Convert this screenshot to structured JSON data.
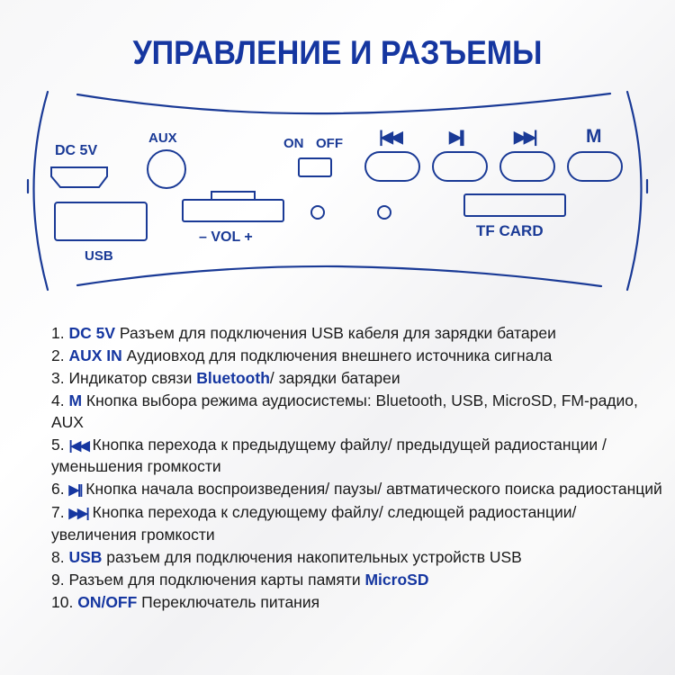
{
  "title": "УПРАВЛЕНИЕ И РАЗЪЕМЫ",
  "colors": {
    "accent": "#1536a0",
    "line": "#1a3a96",
    "text": "#1a1a1a"
  },
  "panel": {
    "labels": {
      "dc5v": "DC 5V",
      "aux": "AUX",
      "usb": "USB",
      "vol": "– VOL +",
      "on": "ON",
      "off": "OFF",
      "m": "M",
      "tfcard": "TF CARD"
    },
    "buttons": [
      {
        "name": "previous",
        "icon": "skip-previous-icon",
        "glyph": "|◀◀"
      },
      {
        "name": "play-pause",
        "icon": "play-pause-icon",
        "glyph": "▶||"
      },
      {
        "name": "next",
        "icon": "skip-next-icon",
        "glyph": "▶▶|"
      },
      {
        "name": "mode",
        "icon": "mode-icon",
        "glyph": "M"
      }
    ]
  },
  "items": [
    {
      "num": "1.",
      "highlight": "DC 5V",
      "text": " Разъем для подключения USB кабеля для зарядки батареи"
    },
    {
      "num": "2.",
      "highlight": "AUX IN",
      "text": " Аудиовход для подключения внешнего источника сигнала"
    },
    {
      "num": "3.",
      "pre": " Индикатор связи ",
      "highlight": "Bluetooth",
      "text": "/ зарядки батареи"
    },
    {
      "num": "4.",
      "highlight": "M",
      "text": " Кнопка выбора режима аудиосистемы: Bluetooth, USB, MicroSD, FM-радио, AUX"
    },
    {
      "num": "5.",
      "glyph": "|◀◀",
      "text": " Кнопка перехода к предыдущему файлу/ предыдущей радиостанции / уменьшения громкости"
    },
    {
      "num": "6.",
      "glyph": "▶||",
      "text": "  Кнопка начала воспроизведения/ паузы/ автматического поиска радиостанций"
    },
    {
      "num": "7.",
      "glyph": "▶▶|",
      "text": " Кнопка перехода к следующему файлу/ следющей радиостанции/ увеличения громкости"
    },
    {
      "num": "8.",
      "highlight": "USB",
      "text": " разъем для подключения накопительных устройств USB"
    },
    {
      "num": "9.",
      "pre": " Разъем для подключения карты памяти ",
      "highlight": "MicroSD",
      "text": ""
    },
    {
      "num": "10.",
      "highlight": "ON/OFF",
      "text": " Переключатель питания"
    }
  ]
}
